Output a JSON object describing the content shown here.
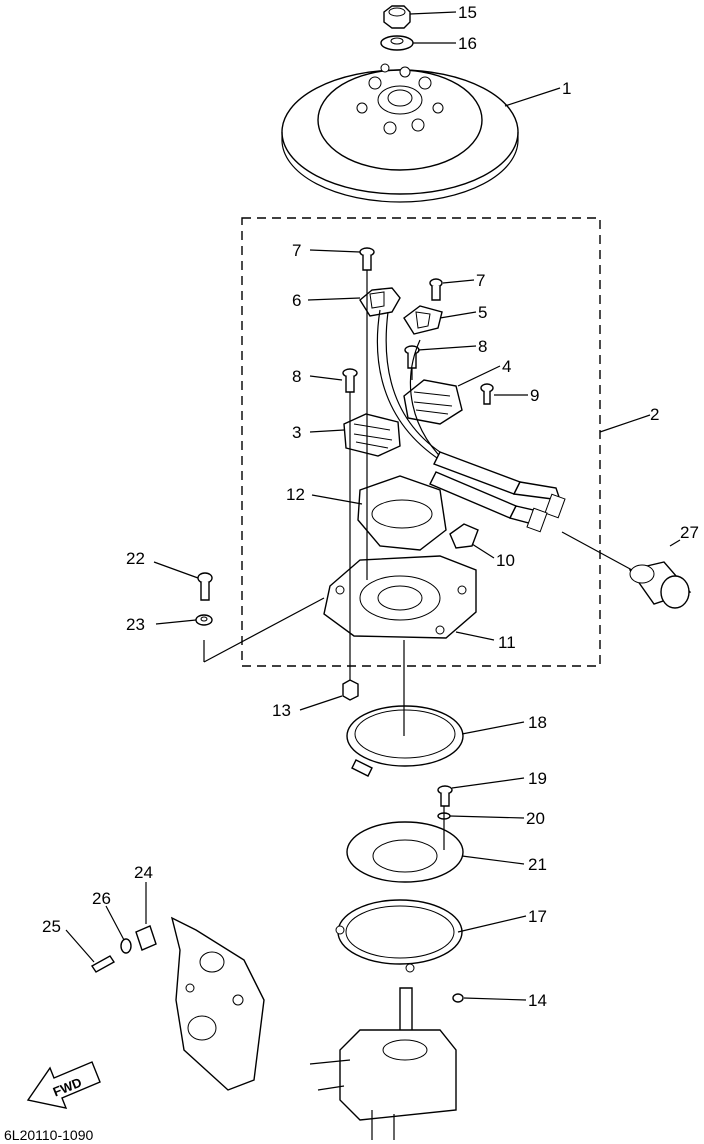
{
  "diagram_code": "6L20110-1090",
  "direction_label": "FWD",
  "callouts": [
    {
      "id": "c15",
      "num": "15"
    },
    {
      "id": "c16",
      "num": "16"
    },
    {
      "id": "c1",
      "num": "1"
    },
    {
      "id": "c7a",
      "num": "7"
    },
    {
      "id": "c7b",
      "num": "7"
    },
    {
      "id": "c6",
      "num": "6"
    },
    {
      "id": "c5",
      "num": "5"
    },
    {
      "id": "c8a",
      "num": "8"
    },
    {
      "id": "c8b",
      "num": "8"
    },
    {
      "id": "c4",
      "num": "4"
    },
    {
      "id": "c9",
      "num": "9"
    },
    {
      "id": "c2",
      "num": "2"
    },
    {
      "id": "c3",
      "num": "3"
    },
    {
      "id": "c12",
      "num": "12"
    },
    {
      "id": "c10",
      "num": "10"
    },
    {
      "id": "c27",
      "num": "27"
    },
    {
      "id": "c22",
      "num": "22"
    },
    {
      "id": "c23",
      "num": "23"
    },
    {
      "id": "c11",
      "num": "11"
    },
    {
      "id": "c13",
      "num": "13"
    },
    {
      "id": "c18",
      "num": "18"
    },
    {
      "id": "c19",
      "num": "19"
    },
    {
      "id": "c20",
      "num": "20"
    },
    {
      "id": "c21",
      "num": "21"
    },
    {
      "id": "c24",
      "num": "24"
    },
    {
      "id": "c26",
      "num": "26"
    },
    {
      "id": "c25",
      "num": "25"
    },
    {
      "id": "c17",
      "num": "17"
    },
    {
      "id": "c14",
      "num": "14"
    }
  ]
}
